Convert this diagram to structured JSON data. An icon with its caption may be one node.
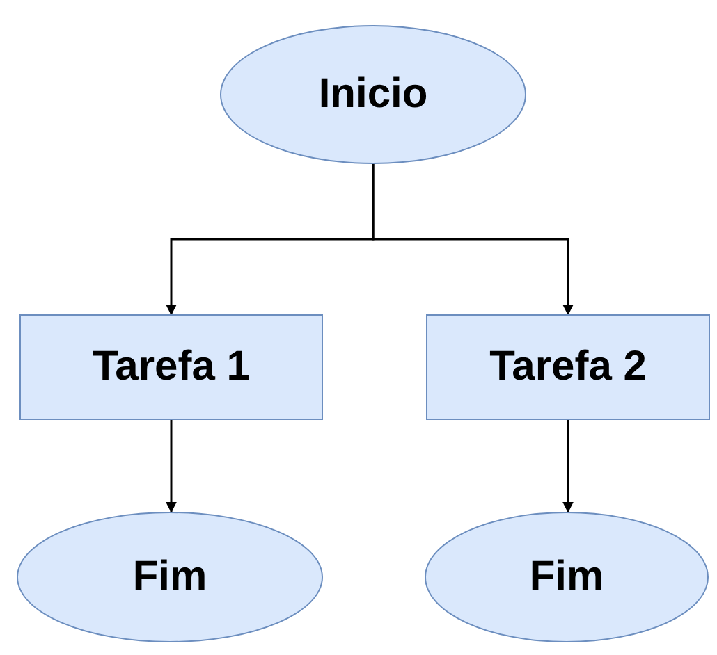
{
  "diagram": {
    "nodes": [
      {
        "text": [
          "Inicio"
        ]
      },
      {
        "text": [
          "Tarefa 1"
        ]
      },
      {
        "text": [
          "Tarefa 2"
        ]
      },
      {
        "text": [
          "Fim"
        ]
      },
      {
        "text": [
          "Fim"
        ]
      }
    ],
    "edges": [
      {
        "from": 0,
        "to": 1,
        "arrow": "to"
      },
      {
        "from": 0,
        "to": 2,
        "arrow": "to"
      },
      {
        "from": 1,
        "to": 3,
        "arrow": "to"
      },
      {
        "from": 2,
        "to": 4,
        "arrow": "to"
      }
    ]
  }
}
